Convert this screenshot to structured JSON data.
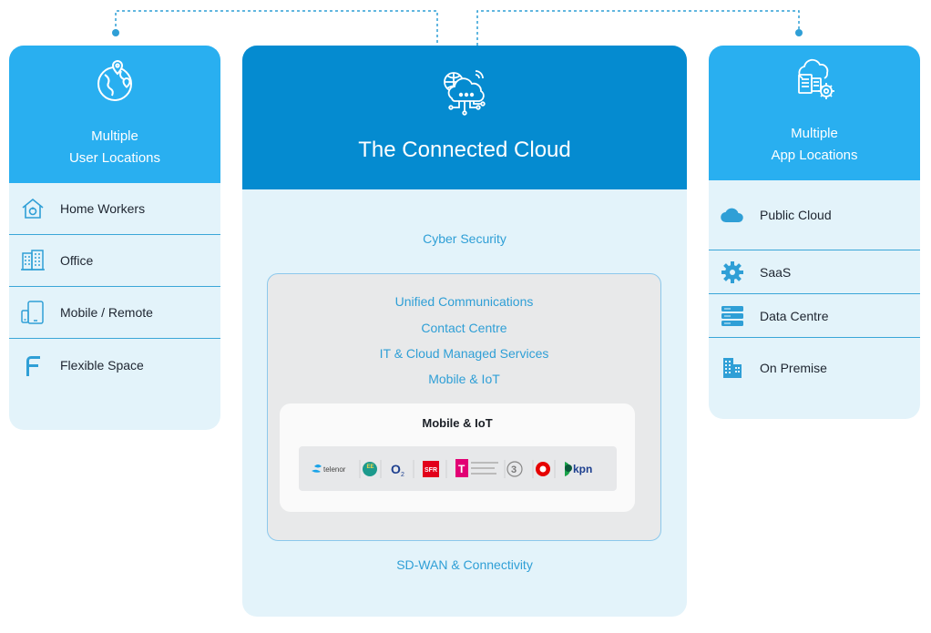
{
  "left": {
    "title_line1": "Multiple",
    "title_line2": "User Locations",
    "items": [
      {
        "label": "Home Workers",
        "icon": "home-icon"
      },
      {
        "label": "Office",
        "icon": "office-building-icon"
      },
      {
        "label": "Mobile / Remote",
        "icon": "mobile-devices-icon"
      },
      {
        "label": "Flexible Space",
        "icon": "flexible-space-icon"
      }
    ]
  },
  "center": {
    "title": "The Connected Cloud",
    "cyber_security": "Cyber Security",
    "services": [
      "Unified Communications",
      "Contact Centre",
      "IT & Cloud Managed Services",
      "Mobile & IoT"
    ],
    "iot_panel_title": "Mobile & IoT",
    "carriers": [
      "telenor",
      "EE",
      "O2",
      "SFR",
      "Deutsche Telekom",
      "3",
      "Vodafone",
      "kpn"
    ],
    "sdwan": "SD-WAN & Connectivity"
  },
  "right": {
    "title_line1": "Multiple",
    "title_line2": "App Locations",
    "items": [
      {
        "label": "Public Cloud",
        "icon": "cloud-icon"
      },
      {
        "label": "SaaS",
        "icon": "gear-icon"
      },
      {
        "label": "Data Centre",
        "icon": "server-rack-icon"
      },
      {
        "label": "On Premise",
        "icon": "building-icon"
      }
    ]
  },
  "colors": {
    "header_light": "#29aff0",
    "header_dark": "#058bd0",
    "panel_bg": "#e3f3fa",
    "link_blue": "#2f9fd6"
  }
}
